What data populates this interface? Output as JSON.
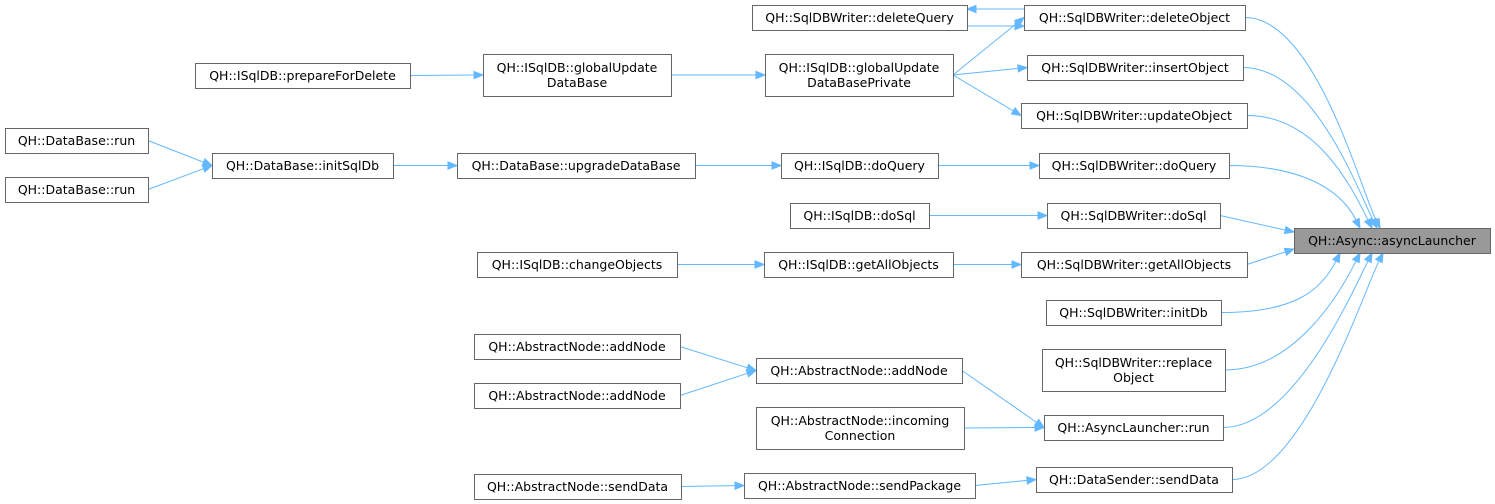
{
  "nodes": [
    {
      "id": "asyncLauncher",
      "lines": [
        "QH::Async::asyncLauncher"
      ],
      "highlight": true
    },
    {
      "id": "deleteQuery",
      "lines": [
        "QH::SqlDBWriter::deleteQuery"
      ]
    },
    {
      "id": "deleteObject",
      "lines": [
        "QH::SqlDBWriter::deleteObject"
      ]
    },
    {
      "id": "prepareForDelete",
      "lines": [
        "QH::ISqlDB::prepareForDelete"
      ]
    },
    {
      "id": "globalUpdateDataBase",
      "lines": [
        "QH::ISqlDB::globalUpdate",
        "DataBase"
      ]
    },
    {
      "id": "globalUpdateDataBasePrivate",
      "lines": [
        "QH::ISqlDB::globalUpdate",
        "DataBasePrivate"
      ]
    },
    {
      "id": "insertObject",
      "lines": [
        "QH::SqlDBWriter::insertObject"
      ]
    },
    {
      "id": "updateObject",
      "lines": [
        "QH::SqlDBWriter::updateObject"
      ]
    },
    {
      "id": "dbRun1",
      "lines": [
        "QH::DataBase::run"
      ]
    },
    {
      "id": "dbRun2",
      "lines": [
        "QH::DataBase::run"
      ]
    },
    {
      "id": "initSqlDb",
      "lines": [
        "QH::DataBase::initSqlDb"
      ]
    },
    {
      "id": "upgradeDataBase",
      "lines": [
        "QH::DataBase::upgradeDataBase"
      ]
    },
    {
      "id": "isqlDoQuery",
      "lines": [
        "QH::ISqlDB::doQuery"
      ]
    },
    {
      "id": "writerDoQuery",
      "lines": [
        "QH::SqlDBWriter::doQuery"
      ]
    },
    {
      "id": "isqlDoSql",
      "lines": [
        "QH::ISqlDB::doSql"
      ]
    },
    {
      "id": "writerDoSql",
      "lines": [
        "QH::SqlDBWriter::doSql"
      ]
    },
    {
      "id": "changeObjects",
      "lines": [
        "QH::ISqlDB::changeObjects"
      ]
    },
    {
      "id": "isqlGetAll",
      "lines": [
        "QH::ISqlDB::getAllObjects"
      ]
    },
    {
      "id": "writerGetAll",
      "lines": [
        "QH::SqlDBWriter::getAllObjects"
      ]
    },
    {
      "id": "initDb",
      "lines": [
        "QH::SqlDBWriter::initDb"
      ]
    },
    {
      "id": "replaceObject",
      "lines": [
        "QH::SqlDBWriter::replace",
        "Object"
      ]
    },
    {
      "id": "addNodeA",
      "lines": [
        "QH::AbstractNode::addNode"
      ]
    },
    {
      "id": "addNodeB",
      "lines": [
        "QH::AbstractNode::addNode"
      ]
    },
    {
      "id": "addNodeMain",
      "lines": [
        "QH::AbstractNode::addNode"
      ]
    },
    {
      "id": "incomingConnection",
      "lines": [
        "QH::AbstractNode::incoming",
        "Connection"
      ]
    },
    {
      "id": "asyncLauncherRun",
      "lines": [
        "QH::AsyncLauncher::run"
      ]
    },
    {
      "id": "sendDataNode",
      "lines": [
        "QH::AbstractNode::sendData"
      ]
    },
    {
      "id": "sendPackage",
      "lines": [
        "QH::AbstractNode::sendPackage"
      ]
    },
    {
      "id": "senderSendData",
      "lines": [
        "QH::DataSender::sendData"
      ]
    }
  ],
  "edges": [
    {
      "from": "deleteObject",
      "to": "deleteQuery"
    },
    {
      "from": "deleteQuery",
      "to": "deleteObject"
    },
    {
      "from": "prepareForDelete",
      "to": "globalUpdateDataBase"
    },
    {
      "from": "globalUpdateDataBase",
      "to": "globalUpdateDataBasePrivate"
    },
    {
      "from": "globalUpdateDataBasePrivate",
      "to": "deleteObject"
    },
    {
      "from": "globalUpdateDataBasePrivate",
      "to": "insertObject"
    },
    {
      "from": "globalUpdateDataBasePrivate",
      "to": "updateObject"
    },
    {
      "from": "dbRun1",
      "to": "initSqlDb"
    },
    {
      "from": "dbRun2",
      "to": "initSqlDb"
    },
    {
      "from": "initSqlDb",
      "to": "upgradeDataBase"
    },
    {
      "from": "upgradeDataBase",
      "to": "isqlDoQuery"
    },
    {
      "from": "isqlDoQuery",
      "to": "writerDoQuery"
    },
    {
      "from": "isqlDoSql",
      "to": "writerDoSql"
    },
    {
      "from": "changeObjects",
      "to": "isqlGetAll"
    },
    {
      "from": "isqlGetAll",
      "to": "writerGetAll"
    },
    {
      "from": "addNodeA",
      "to": "addNodeMain"
    },
    {
      "from": "addNodeB",
      "to": "addNodeMain"
    },
    {
      "from": "addNodeMain",
      "to": "asyncLauncherRun"
    },
    {
      "from": "incomingConnection",
      "to": "asyncLauncherRun"
    },
    {
      "from": "sendDataNode",
      "to": "sendPackage"
    },
    {
      "from": "sendPackage",
      "to": "senderSendData"
    },
    {
      "from": "deleteObject",
      "to": "asyncLauncher"
    },
    {
      "from": "insertObject",
      "to": "asyncLauncher"
    },
    {
      "from": "updateObject",
      "to": "asyncLauncher"
    },
    {
      "from": "writerDoQuery",
      "to": "asyncLauncher"
    },
    {
      "from": "writerDoSql",
      "to": "asyncLauncher"
    },
    {
      "from": "writerGetAll",
      "to": "asyncLauncher"
    },
    {
      "from": "initDb",
      "to": "asyncLauncher"
    },
    {
      "from": "replaceObject",
      "to": "asyncLauncher"
    },
    {
      "from": "asyncLauncherRun",
      "to": "asyncLauncher"
    },
    {
      "from": "senderSendData",
      "to": "asyncLauncher"
    }
  ]
}
